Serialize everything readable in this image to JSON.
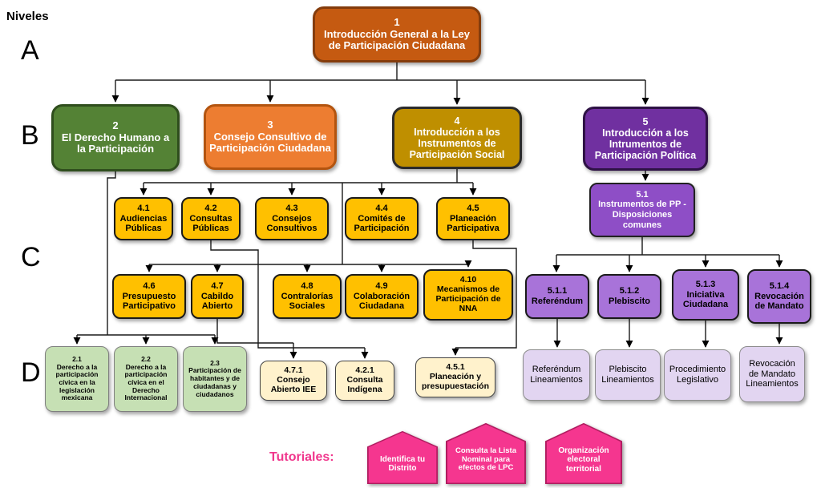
{
  "meta": {
    "niveles_label": "Niveles",
    "tutoriales_label": "Tutoriales:"
  },
  "levels": [
    "A",
    "B",
    "C",
    "D"
  ],
  "nodes": {
    "n1": {
      "num": "1",
      "title": "Introducción General a la Ley de Participación Ciudadana"
    },
    "n2": {
      "num": "2",
      "title": "El Derecho Humano a la Participación"
    },
    "n3": {
      "num": "3",
      "title": "Consejo Consultivo de Participación Ciudadana"
    },
    "n4": {
      "num": "4",
      "title": "Introducción a los Instrumentos de Participación Social"
    },
    "n5": {
      "num": "5",
      "title": "Introducción a los Intrumentos de Participación Política"
    },
    "n5_1": {
      "num": "5.1",
      "title": "Instrumentos de PP -Disposiciones comunes"
    },
    "n4_1": {
      "num": "4.1",
      "title": "Audiencias Públicas"
    },
    "n4_2": {
      "num": "4.2",
      "title": "Consultas Públicas"
    },
    "n4_3": {
      "num": "4.3",
      "title": "Consejos Consultivos"
    },
    "n4_4": {
      "num": "4.4",
      "title": "Comités de Participación"
    },
    "n4_5": {
      "num": "4.5",
      "title": "Planeación Participativa"
    },
    "n4_6": {
      "num": "4.6",
      "title": "Presupuesto Participativo"
    },
    "n4_7": {
      "num": "4.7",
      "title": "Cabildo Abierto"
    },
    "n4_8": {
      "num": "4.8",
      "title": "Contralorías Sociales"
    },
    "n4_9": {
      "num": "4.9",
      "title": "Colaboración Ciudadana"
    },
    "n4_10": {
      "num": "4.10",
      "title": "Mecanismos de Participación de NNA"
    },
    "n5_1_1": {
      "num": "5.1.1",
      "title": "Referéndum"
    },
    "n5_1_2": {
      "num": "5.1.2",
      "title": "Plebiscito"
    },
    "n5_1_3": {
      "num": "5.1.3",
      "title": "Iniciativa Ciudadana"
    },
    "n5_1_4": {
      "num": "5.1.4",
      "title": "Revocación de Mandato"
    },
    "n2_1": {
      "num": "2.1",
      "title": "Derecho a la participación cívica en la legislación mexicana"
    },
    "n2_2": {
      "num": "2.2",
      "title": "Derecho a la participación cívica en el Derecho Internacional"
    },
    "n2_3": {
      "num": "2.3",
      "title": "Participación de habitantes y de ciudadanas y ciudadanos"
    },
    "n4_7_1": {
      "num": "4.7.1",
      "title": "Consejo Abierto IEE"
    },
    "n4_2_1": {
      "num": "4.2.1",
      "title": "Consulta Indígena"
    },
    "n4_5_1": {
      "num": "4.5.1",
      "title": "Planeación y presupuestación"
    },
    "ref_lin": {
      "title": "Referéndum Lineamientos"
    },
    "ple_lin": {
      "title": "Plebiscito Lineamientos"
    },
    "proc_leg": {
      "title": "Procedimiento Legislativo"
    },
    "rev_lin": {
      "title": "Revocación de Mandato Lineamientos"
    }
  },
  "tutorials": [
    {
      "title": "Identifica tu Distrito"
    },
    {
      "title": "Consulta la Lista Nominal para efectos de LPC"
    },
    {
      "title": "Organización electoral territorial"
    }
  ],
  "colors": {
    "root_orange": "#C55A11",
    "green": "#548235",
    "orange": "#ED7D31",
    "gold": "#BF8F00",
    "dark_purple": "#7030A0",
    "medium_purple": "#8E4EC6",
    "yellow": "#FFC000",
    "violet_nodes": "#A873D9",
    "light_green": "#C6E0B4",
    "light_yellow": "#FFF2CC",
    "lilac": "#E2D5F1",
    "pink": "#F5368F"
  }
}
